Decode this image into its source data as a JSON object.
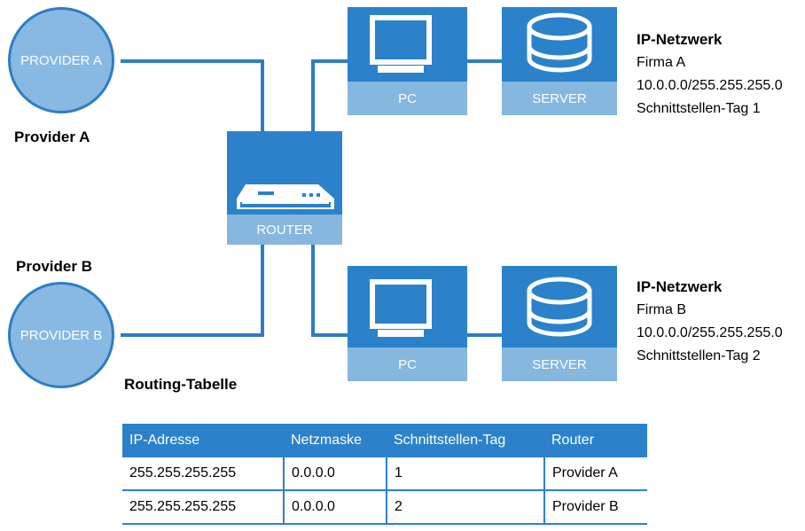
{
  "providers": [
    {
      "circle_label": "PROVIDER A",
      "caption": "Provider A"
    },
    {
      "circle_label": "PROVIDER B",
      "caption": "Provider B"
    }
  ],
  "router": {
    "label": "ROUTER"
  },
  "networks": [
    {
      "pc_label": "PC",
      "server_label": "SERVER",
      "heading": "IP-Netzwerk",
      "company": "Firma A",
      "address": "10.0.0.0/255.255.255.0",
      "tag": "Schnittstellen-Tag 1"
    },
    {
      "pc_label": "PC",
      "server_label": "SERVER",
      "heading": "IP-Netzwerk",
      "company": "Firma B",
      "address": "10.0.0.0/255.255.255.0",
      "tag": "Schnittstellen-Tag 2"
    }
  ],
  "routing_table": {
    "title": "Routing-Tabelle",
    "headers": [
      "IP-Adresse",
      "Netzmaske",
      "Schnittstellen-Tag",
      "Router"
    ],
    "rows": [
      [
        "255.255.255.255",
        "0.0.0.0",
        "1",
        "Provider A"
      ],
      [
        "255.255.255.255",
        "0.0.0.0",
        "2",
        "Provider B"
      ]
    ]
  },
  "colors": {
    "accent": "#2b82cb",
    "light": "#85b7df",
    "circle": "#88b9e3"
  }
}
